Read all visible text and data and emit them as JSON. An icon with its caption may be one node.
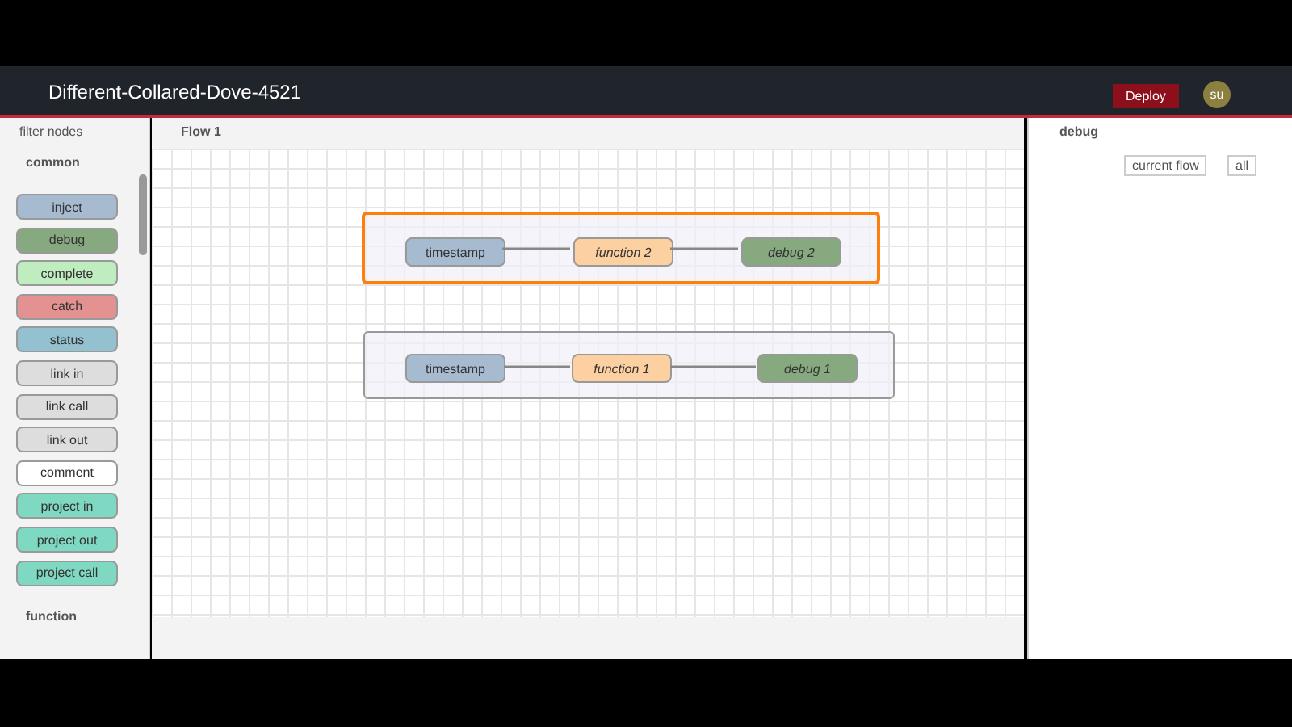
{
  "diagram": {
    "title": "Different-Collared-Dove-4521",
    "nodes": [
      {
        "text": [],
        "shape": "box"
      },
      {
        "text": [
          "timestamp"
        ],
        "in": 0
      },
      {
        "text": [
          "function 2"
        ],
        "in": 0
      },
      {
        "text": [
          "debug 2"
        ],
        "in": 0
      },
      {
        "text": [],
        "shape": "box"
      },
      {
        "text": [
          "timestamp"
        ],
        "in": 4
      },
      {
        "text": [
          "function 1"
        ],
        "in": 4
      },
      {
        "text": [
          "debug 1"
        ],
        "in": 4
      },
      {
        "text": [
          "inject"
        ]
      },
      {
        "text": [
          "debug"
        ]
      },
      {
        "text": [
          "complete"
        ]
      },
      {
        "text": [
          "catch"
        ]
      },
      {
        "text": [
          "status"
        ]
      },
      {
        "text": [
          "link in"
        ]
      },
      {
        "text": [
          "link call"
        ]
      },
      {
        "text": [
          "link out"
        ]
      },
      {
        "text": [
          "comment"
        ]
      },
      {
        "text": [
          "project in"
        ]
      },
      {
        "text": [
          "project out"
        ]
      },
      {
        "text": [
          "project call"
        ]
      }
    ],
    "edges": [
      {
        "from": 1,
        "to": 2,
        "arrow": "none"
      },
      {
        "from": 2,
        "to": 3,
        "arrow": "none"
      },
      {
        "from": 5,
        "to": 6,
        "arrow": "none"
      },
      {
        "from": 6,
        "to": 7,
        "arrow": "none"
      }
    ],
    "labels": [
      "filter nodes",
      "Flow 1",
      "Deploy",
      "su",
      "debug",
      "current flow",
      "all",
      "common",
      "function"
    ]
  }
}
